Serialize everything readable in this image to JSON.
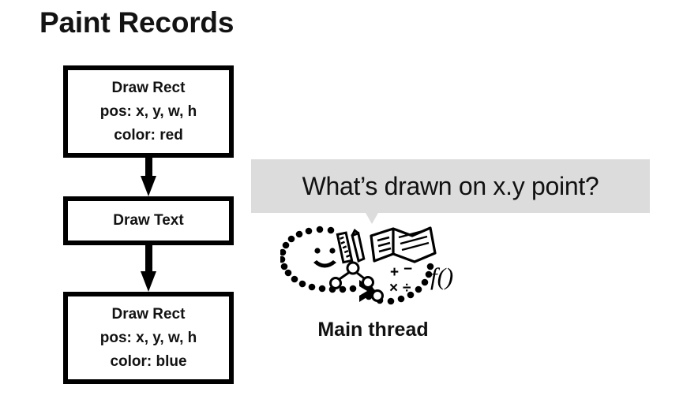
{
  "slide": {
    "title": "Paint Records",
    "background_color": "#ffffff",
    "ink_color": "#000000"
  },
  "flow": {
    "name": "paint-records-list",
    "arrow_count": 2,
    "records": [
      {
        "id": "draw-rect-red",
        "size": "big",
        "lines": [
          "Draw Rect",
          "pos: x, y, w, h",
          "color: red"
        ]
      },
      {
        "id": "draw-text",
        "size": "small",
        "lines": [
          "Draw Text"
        ]
      },
      {
        "id": "draw-rect-blue",
        "size": "big",
        "lines": [
          "Draw Rect",
          "pos: x, y, w, h",
          "color: blue"
        ]
      }
    ]
  },
  "speech_bubble": {
    "text": "What’s drawn on x.y point?",
    "background_color": "#dcdcdc",
    "text_color": "#111111"
  },
  "main_thread": {
    "label": "Main thread",
    "illustration_icons": [
      "smiley-face-icon",
      "dotted-loop-arrow-icon",
      "ruler-icon",
      "pencil-icon",
      "open-book-icon",
      "tree-graph-icon",
      "math-operators-icon",
      "function-notation-icon"
    ],
    "math_operators": "+ − × ÷",
    "function_notation": "f()"
  }
}
